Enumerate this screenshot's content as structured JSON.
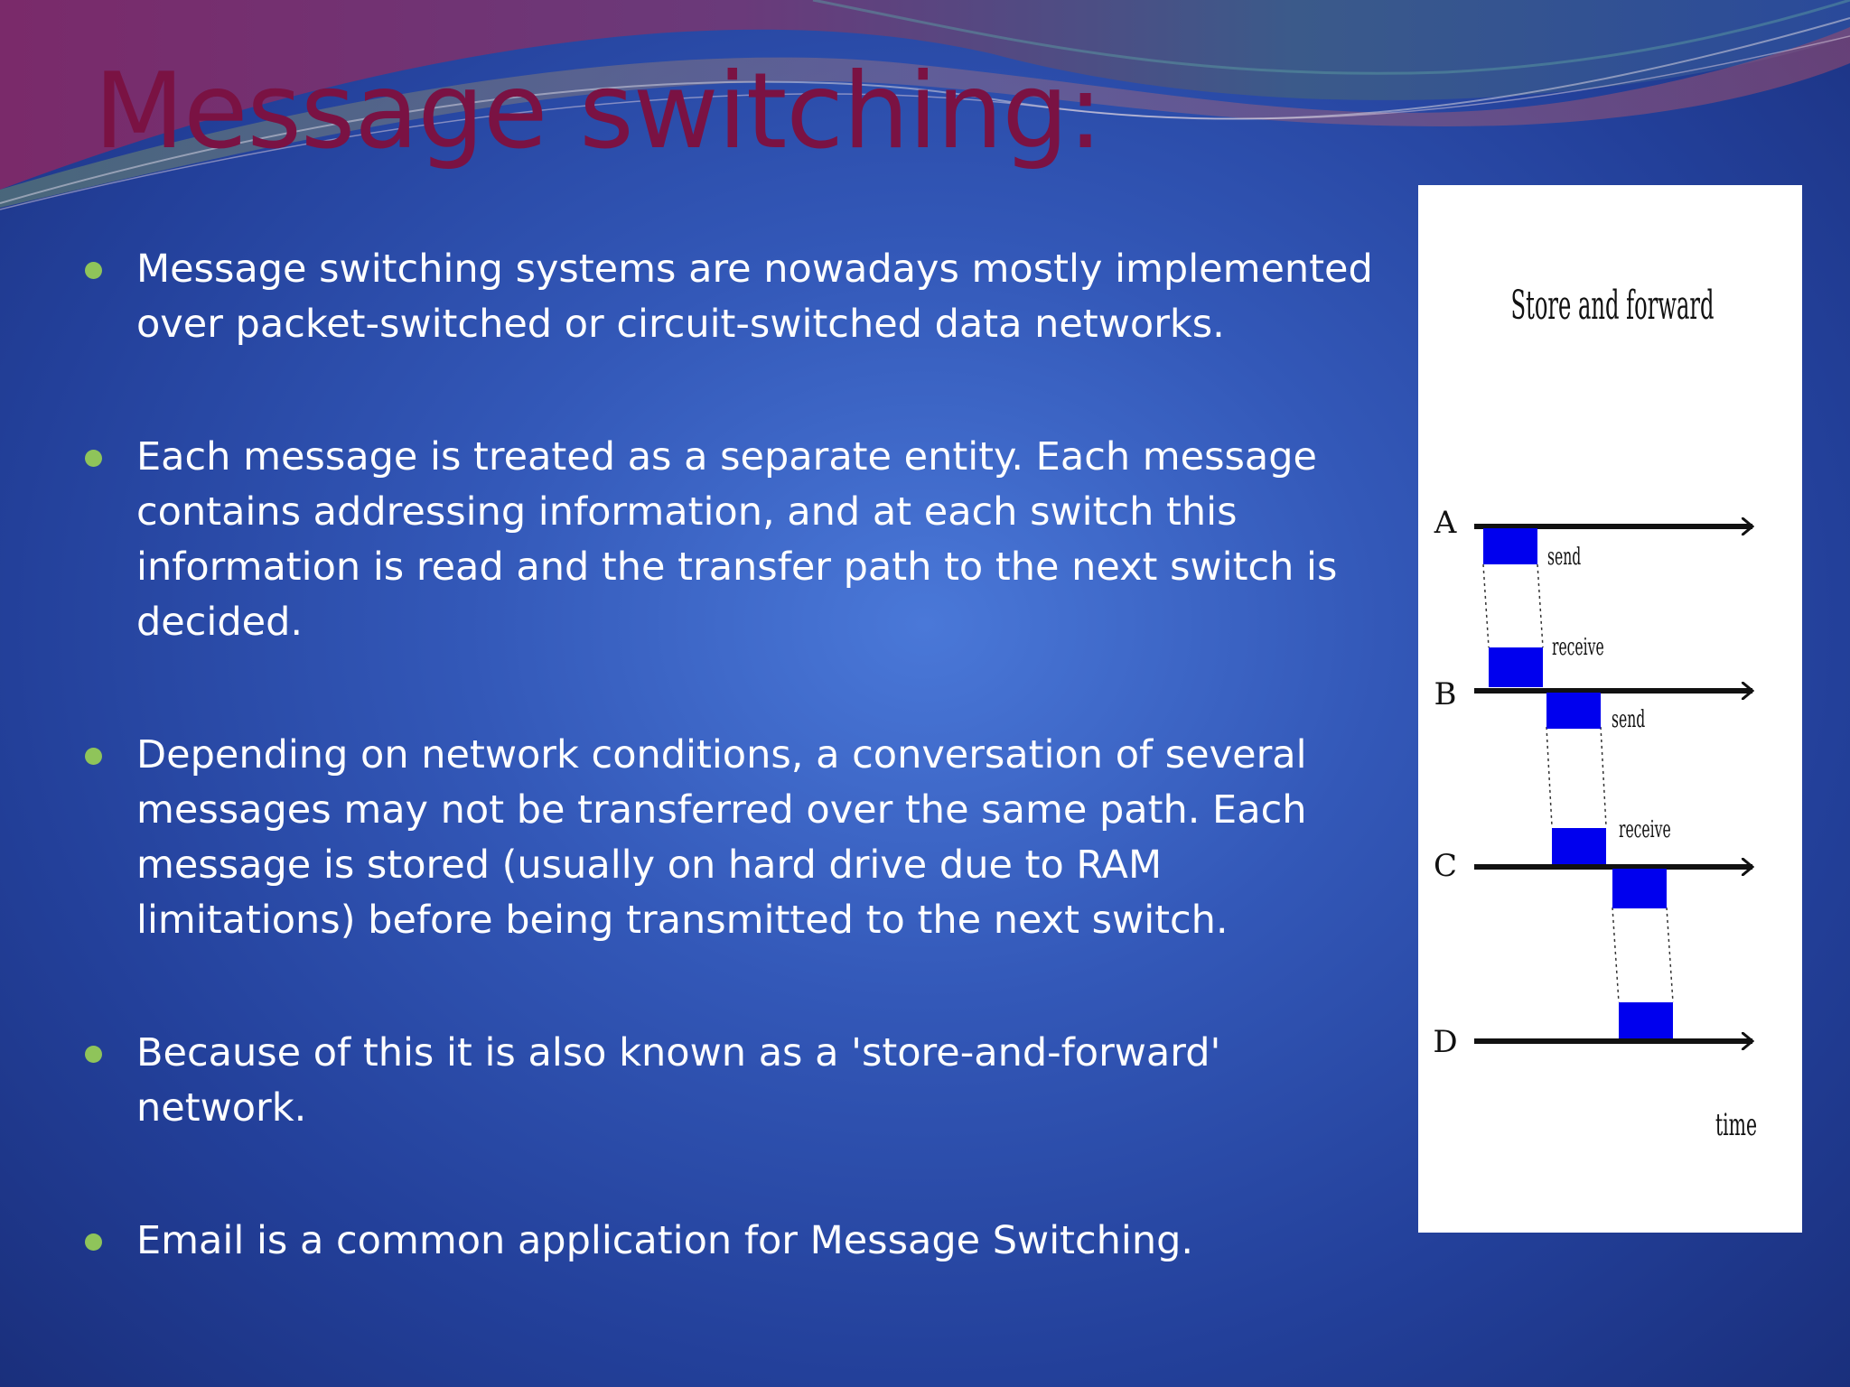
{
  "slide": {
    "title": "Message switching:",
    "bullets": [
      "Message switching systems are nowadays mostly implemented over packet-switched or circuit-switched data networks.",
      "Each message is treated as a separate entity. Each message contains addressing information, and at each switch this information is read and the transfer path to the next switch is decided.",
      "Depending on network conditions, a conversation of several messages may not be transferred over the same path. Each message is stored (usually on hard drive due to RAM limitations) before being transmitted to the next switch.",
      "Because of this it is also known as a 'store-and-forward' network.",
      "Email is a common application for Message Switching."
    ]
  },
  "diagram": {
    "title": "Store and forward",
    "nodes": [
      "A",
      "B",
      "C",
      "D"
    ],
    "send_label": "send",
    "receive_label": "receive",
    "time_label": "time"
  },
  "colors": {
    "title": "#7a1243",
    "bullet_dot": "#8fc45a",
    "packet": "#0000ee",
    "background": "#3358b8"
  }
}
